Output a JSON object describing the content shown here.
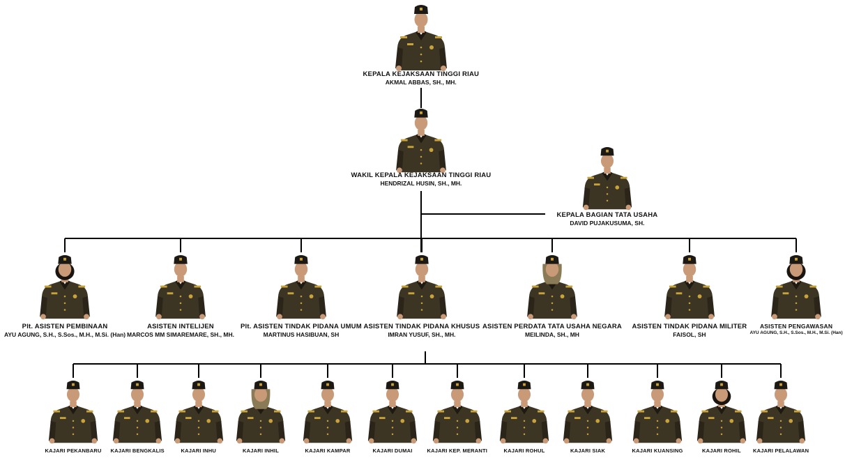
{
  "colors": {
    "uniform": "#3d3524",
    "uniform_dark": "#2a2419",
    "accent": "#c8a23a",
    "line": "#000000",
    "skin": "#c99a78"
  },
  "chart_data": {
    "type": "org-chart",
    "head": {
      "title": "KEPALA KEJAKSAAN TINGGI RIAU",
      "name": "AKMAL ABBAS, SH., MH."
    },
    "deputy": {
      "title": "WAKIL KEPALA KEJAKSAAN TINGGI RIAU",
      "name": "HENDRIZAL HUSIN, SH., MH."
    },
    "admin": {
      "title": "KEPALA BAGIAN TATA USAHA",
      "name": "DAVID PUJAKUSUMA, SH."
    },
    "assistants": [
      {
        "title": "Plt. ASISTEN PEMBINAAN",
        "name": "AYU AGUNG, S.H., S.Sos., M.H., M.Si. (Han)",
        "style": "female"
      },
      {
        "title": "ASISTEN INTELIJEN",
        "name": "MARCOS MM SIMAREMARE, SH., MH.",
        "style": "male"
      },
      {
        "title": "Plt. ASISTEN TINDAK PIDANA UMUM",
        "name": "MARTINUS HASIBUAN,  SH",
        "style": "male"
      },
      {
        "title": "ASISTEN TINDAK PIDANA KHUSUS",
        "name": "IMRAN YUSUF, SH., MH.",
        "style": "male"
      },
      {
        "title": "ASISTEN PERDATA TATA USAHA NEGARA",
        "name": "MEILINDA, SH., MH",
        "style": "hijab"
      },
      {
        "title": "ASISTEN TINDAK PIDANA MILITER",
        "name": "FAISOL, SH",
        "style": "male"
      },
      {
        "title": "ASISTEN PENGAWASAN",
        "name": "AYU AGUNG, S.H., S.Sos., M.H., M.Si. (Han)",
        "style": "female"
      }
    ],
    "kajari": [
      {
        "title": "KAJARI PEKANBARU",
        "style": "male"
      },
      {
        "title": "KAJARI BENGKALIS",
        "style": "male"
      },
      {
        "title": "KAJARI INHU",
        "style": "male"
      },
      {
        "title": "KAJARI INHIL",
        "style": "hijab"
      },
      {
        "title": "KAJARI KAMPAR",
        "style": "male"
      },
      {
        "title": "KAJARI DUMAI",
        "style": "male"
      },
      {
        "title": "KAJARI KEP. MERANTI",
        "style": "male"
      },
      {
        "title": "KAJARI ROHUL",
        "style": "male"
      },
      {
        "title": "KAJARI SIAK",
        "style": "male"
      },
      {
        "title": "KAJARI KUANSING",
        "style": "male"
      },
      {
        "title": "KAJARI ROHIL",
        "style": "female"
      },
      {
        "title": "KAJARI PELALAWAN",
        "style": "male"
      }
    ]
  }
}
